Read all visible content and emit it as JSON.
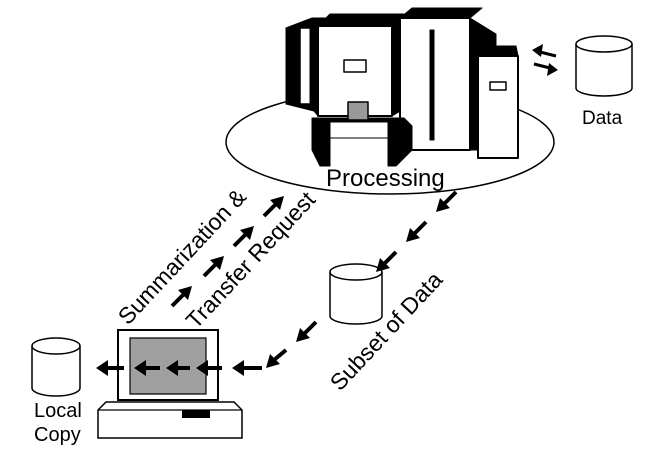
{
  "diagram": {
    "processing_label": "Processing",
    "data_label": "Data",
    "subset_label": "Subset of Data",
    "summarization_label": "Summarization &",
    "transfer_label": "Transfer Request",
    "local_label_line1": "Local",
    "local_label_line2": "Copy"
  },
  "icons": {
    "mainframe": "mainframe-computer-icon",
    "database": "database-cylinder-icon",
    "workstation": "personal-computer-icon",
    "exchange": "bidirectional-arrow-icon"
  },
  "colors": {
    "stroke": "#000000",
    "screen": "#a0a0a0",
    "background": "#ffffff"
  }
}
